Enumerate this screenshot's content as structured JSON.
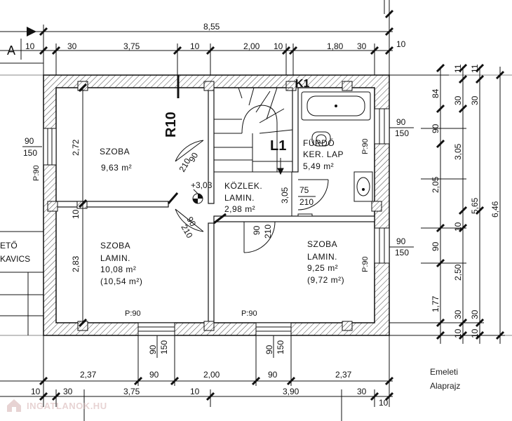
{
  "caption": {
    "line1": "Emeleti",
    "line2": "Alaprajz"
  },
  "axis_marker": "A",
  "top_dims": {
    "overall": "8,55",
    "row2": [
      "10",
      "30",
      "3,75",
      "10",
      "2,00",
      "10",
      "1,80",
      "30",
      "10"
    ]
  },
  "bottom_dims": {
    "row1": [
      "2,37",
      "90",
      "2,00",
      "90",
      "2,37"
    ],
    "row2": [
      "10",
      "30",
      "3,75",
      "10",
      "3,90",
      "30",
      "10"
    ]
  },
  "right_dims": {
    "col1": [
      "84",
      "90",
      "2,05",
      "90",
      "1,77"
    ],
    "col2": [
      "11",
      "30",
      "3,05",
      "10",
      "2,50",
      "30",
      "10"
    ],
    "col3": [
      "11",
      "30",
      "5,65",
      "30",
      "10"
    ],
    "col4": "6,46"
  },
  "left_dims": [
    "2,72",
    "10",
    "2,83"
  ],
  "rooms": {
    "szoba1": {
      "name": "SZOBA",
      "area": "9,63 m²"
    },
    "szoba2": {
      "name": "SZOBA",
      "floor": "LAMIN.",
      "area": "10,08 m²",
      "area2": "(10,54 m²)"
    },
    "kozlek": {
      "name": "KÖZLEK.",
      "floor": "LAMIN.",
      "area": "2,98 m²"
    },
    "szoba3": {
      "name": "SZOBA",
      "floor": "LAMIN.",
      "area": "9,25 m²",
      "area2": "(9,72 m²)"
    },
    "furdo": {
      "name": "FÜRDŐ",
      "floor": "KER. LAP",
      "area": "5,49 m²"
    }
  },
  "labels": {
    "r10": "R10",
    "l1": "L1",
    "k1": "K1",
    "level": "+3,03",
    "left_edge_1": "ETŐ",
    "left_edge_2": "KAVICS"
  },
  "windows": {
    "left": {
      "w": "90",
      "h": "150",
      "p": "P:90"
    },
    "right_top": {
      "w": "90",
      "h": "150",
      "p": "P:90"
    },
    "right_bottom": {
      "w": "90",
      "h": "150",
      "p": "P:90"
    },
    "bottom_left": {
      "w": "90",
      "h": "150",
      "p": "P:90"
    },
    "bottom_right": {
      "w": "90",
      "h": "150",
      "p": "P:90"
    }
  },
  "doors": {
    "d1": {
      "w": "90",
      "h": "210"
    },
    "d2": {
      "w": "90",
      "h": "210"
    },
    "d3": {
      "w": "90",
      "h": "210"
    },
    "d4": {
      "w": "75",
      "h": "210"
    }
  },
  "bath_window": "3,05",
  "watermark": "INGATLANOK.HU"
}
